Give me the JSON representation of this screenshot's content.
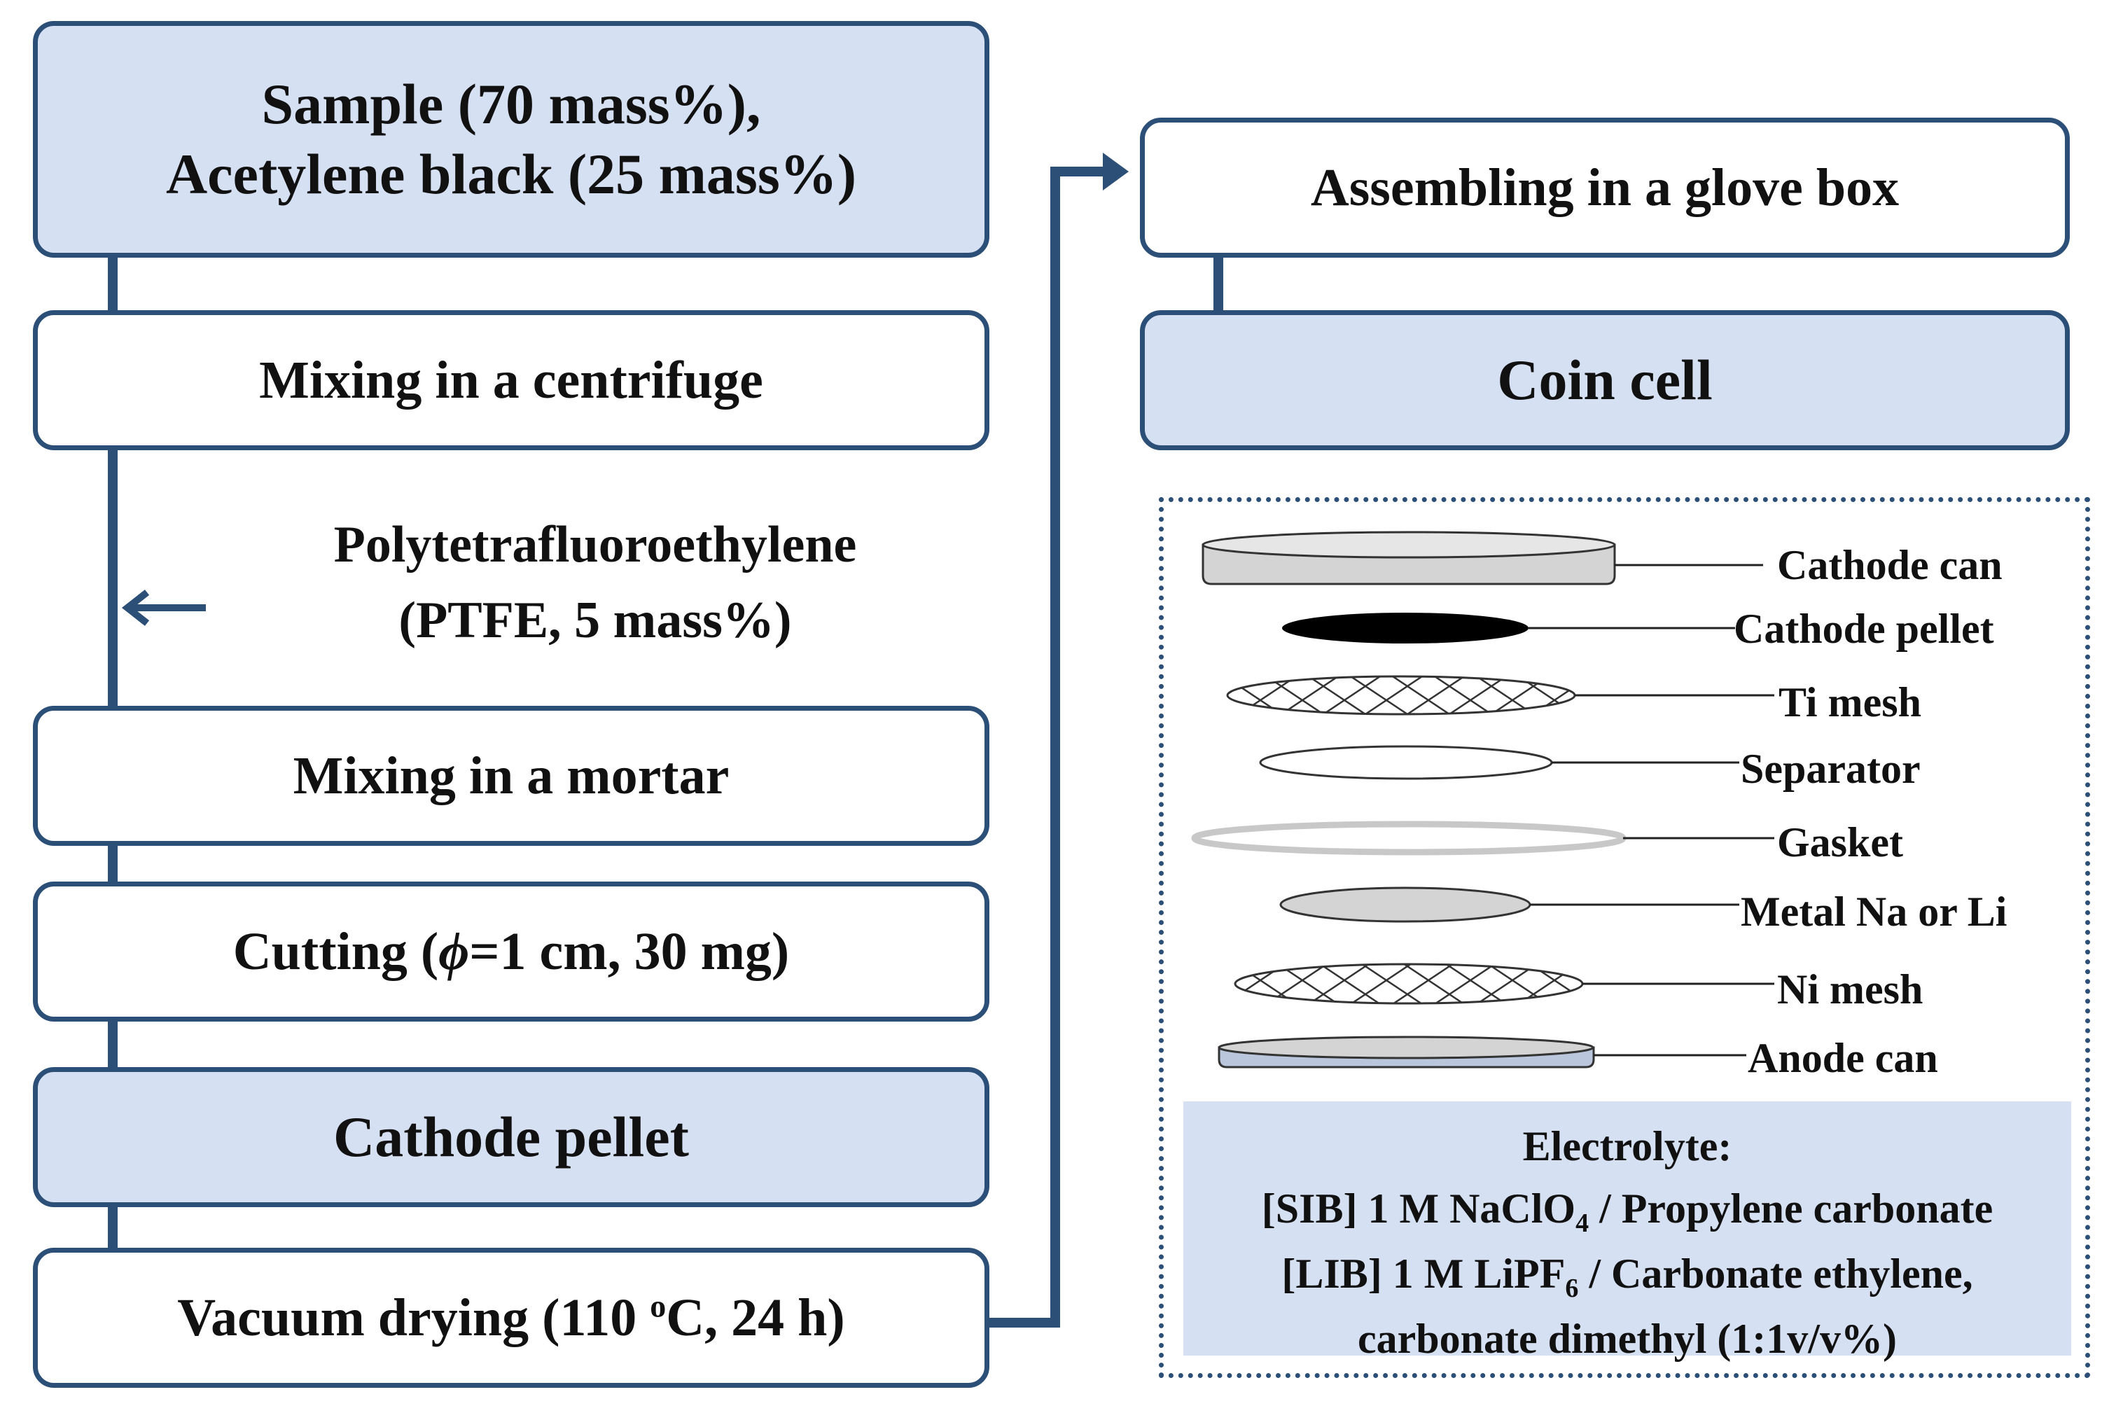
{
  "left_flow": {
    "sample_box": {
      "line1": "Sample (70 mass%),",
      "line2": "Acetylene black (25 mass%)"
    },
    "mixing_centrifuge": "Mixing in a centrifuge",
    "ptfe_note": {
      "line1": "Polytetrafluoroethylene",
      "line2": "(PTFE, 5 mass%)"
    },
    "mixing_mortar": "Mixing in a mortar",
    "cutting": {
      "prefix": "Cutting (",
      "phi": "ϕ",
      "suffix": "=1 cm, 30 mg)"
    },
    "cathode_pellet": "Cathode pellet",
    "vacuum_drying": {
      "prefix": "Vacuum drying (110 ",
      "sup": "o",
      "suffix": "C, 24 h)"
    }
  },
  "right_flow": {
    "assembling": "Assembling in a glove box",
    "coin_cell": "Coin cell"
  },
  "coin_cell_parts": [
    "Cathode can",
    "Cathode pellet",
    "Ti mesh",
    "Separator",
    "Gasket",
    "Metal Na or Li",
    "Ni mesh",
    "Anode can"
  ],
  "electrolyte": {
    "title": "Electrolyte:",
    "sib": {
      "prefix": "[SIB] 1 M NaClO",
      "sub": "4",
      "suffix": " / Propylene carbonate"
    },
    "lib": {
      "prefix": "[LIB] 1 M LiPF",
      "sub": "6",
      "suffix": " / Carbonate ethylene,"
    },
    "lib_line2": "carbonate dimethyl (1:1v/v%)"
  },
  "colors": {
    "border": "#2c4f78",
    "box_shade": "#d6e0f3",
    "cathode_pellet_fill": "#000000",
    "can_fill": "#d4d4d4",
    "gasket": "#c8c8c8"
  }
}
